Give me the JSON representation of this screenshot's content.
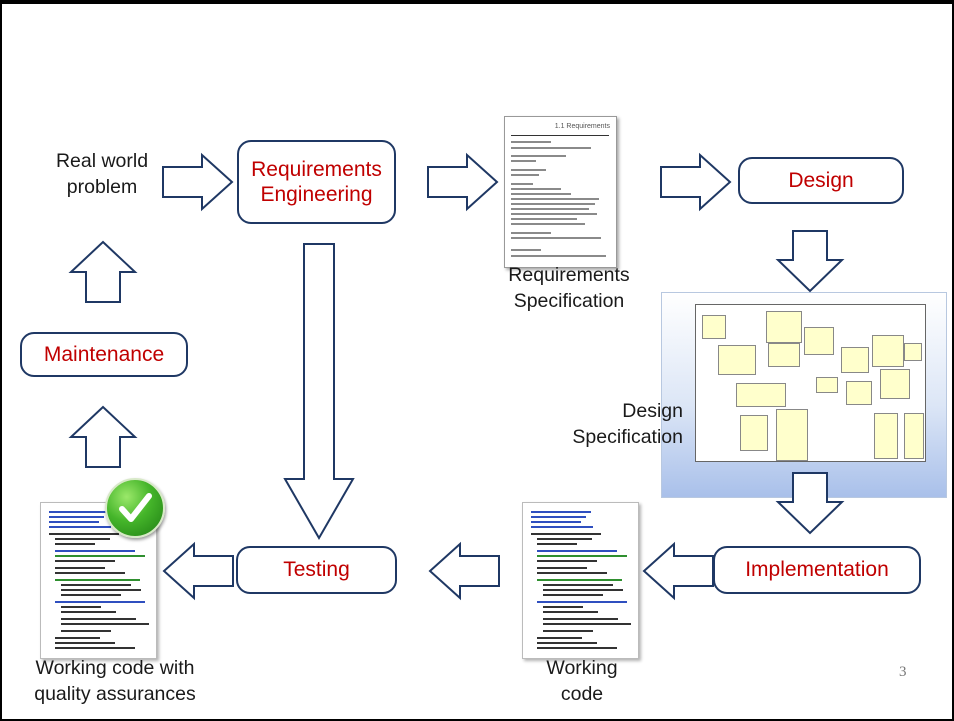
{
  "nodes": {
    "real_world_problem": "Real world\nproblem",
    "requirements_engineering": "Requirements\nEngineering",
    "design": "Design",
    "maintenance": "Maintenance",
    "testing": "Testing",
    "implementation": "Implementation"
  },
  "artifacts": {
    "requirements_specification": "Requirements\nSpecification",
    "design_specification": "Design\nSpecification",
    "working_code": "Working\ncode",
    "working_code_qa": "Working code with\nquality assurances"
  },
  "doc_header": "1.1 Requirements",
  "page_number": "3",
  "colors": {
    "box_border": "#1f3864",
    "box_text": "#c00000",
    "check_green": "#45b52a"
  },
  "icons": [
    "check-mark-icon"
  ]
}
